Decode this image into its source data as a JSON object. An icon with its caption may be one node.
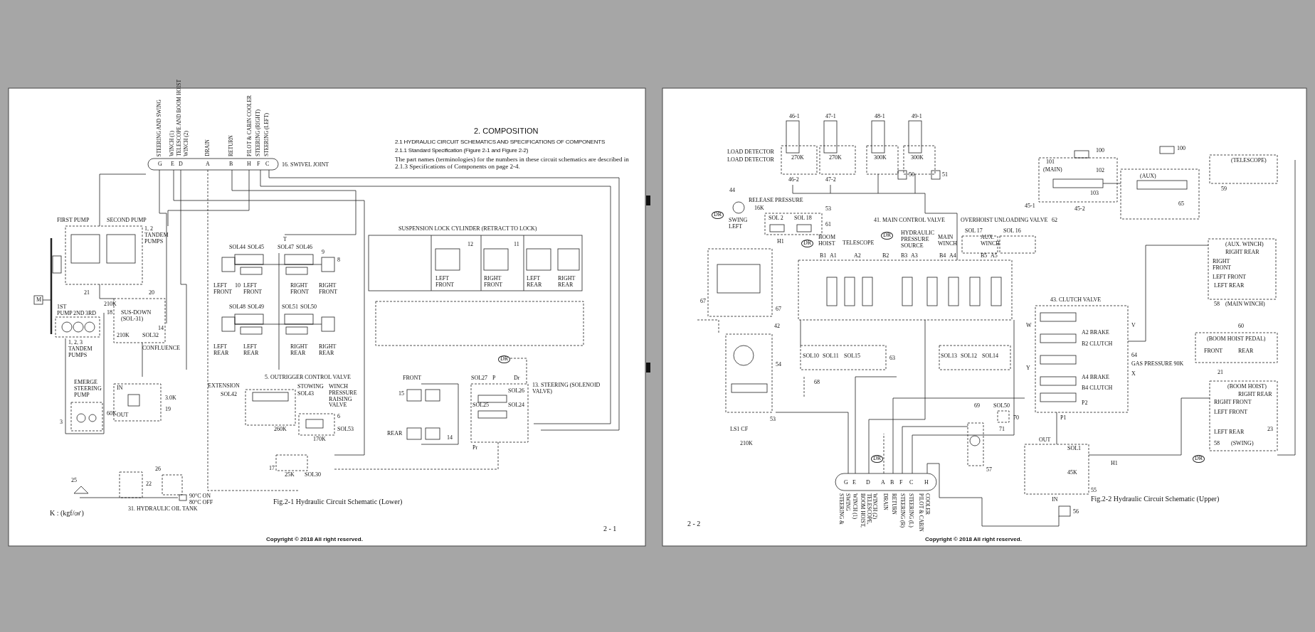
{
  "diagram": {
    "title": "2. COMPOSITION",
    "labels": [
      "2.1 HYDRAULIC CIRCUIT SCHEMATICS AND SPECIFICATIONS OF COMPONENTS",
      "2.1.1 Standard Specification (Figure 2-1 and Figure 2-2)",
      "The part names (terminologies) for the numbers in these circuit schematics are described in 2.1.3 Specifications of Components on page 2-4.",
      "STEERING AND SWING",
      "WINCH (1)",
      "TELESCOPE AND BOOM HOIST",
      "WINCH (2)",
      "DRAIN",
      "RETURN",
      "PILOT & CABIN COOLER",
      "STEERING (RIGHT)",
      "STEERING (LEFT)",
      "G",
      "E",
      "D",
      "A",
      "B",
      "H",
      "F",
      "C",
      "16. SWIVEL JOINT",
      "FIRST PUMP",
      "SECOND PUMP",
      "1, 2 TANDEM PUMPS",
      "M",
      "21",
      "20",
      "210K",
      "18",
      "SUS-DOWN (SOL-31)",
      "14",
      "SOL44",
      "SOL45",
      "T",
      "SOL47",
      "SOL46",
      "9",
      "8",
      "LEFT FRONT",
      "10",
      "LEFT FRONT",
      "RIGHT FRONT",
      "RIGHT FRONT",
      "SOL48",
      "SOL49",
      "SOL51",
      "SOL50",
      "LEFT REAR",
      "LEFT REAR",
      "RIGHT REAR",
      "RIGHT REAR",
      "SUSPENSION LOCK CYLINDER (RETRACT TO LOCK)",
      "12",
      "11",
      "LEFT FRONT",
      "RIGHT FRONT",
      "LEFT REAR",
      "RIGHT REAR",
      "1ST PUMP",
      "2ND",
      "3RD",
      "1, 2, 3 TANDEM PUMPS",
      "210K",
      "CONFLUENCE",
      "SOL32",
      "EMERGE STEERING PUMP",
      "3",
      "60K",
      "IN",
      "OUT",
      "3.0K",
      "19",
      "5. OUTRIGGER CONTROL VALVE",
      "EXTENSION",
      "SOL42",
      "STOWING",
      "SOL43",
      "WINCH PRESSURE RAISING VALVE",
      "6",
      "260K",
      "SOL53",
      "170K",
      "17",
      "25K",
      "SOL30",
      "22",
      "26",
      "25",
      "90°C ON 80°C OFF",
      "31. HYDRAULIC OIL TANK",
      "FRONT",
      "15",
      "REAR",
      "14",
      "SOL27",
      "P",
      "Dr",
      "SOL26",
      "SOL25",
      "SOL24",
      "13. STEERING (SOLENOID VALVE)",
      "DR",
      "Pr",
      "Fig.2-1 Hydraulic Circuit Schematic (Lower)",
      "K : (kgf/㎠)",
      "2 - 1",
      "Copyright © 2018 All right reserved.",
      "46-1",
      "47-1",
      "48-1",
      "49-1",
      "270K",
      "270K",
      "300K",
      "300K",
      "LOAD DETECTOR",
      "LOAD DETECTOR",
      "46-2",
      "47-2",
      "50",
      "51",
      "100",
      "101",
      "(MAIN)",
      "102",
      "103",
      "45-1",
      "45-2",
      "100",
      "(AUX)",
      "65",
      "59",
      "(TELESCOPE)",
      "OVERHOIST UNLOADING VALVE",
      "62",
      "SOL 17",
      "SOL 16",
      "44",
      "RELEASE PRESSURE",
      "16K",
      "DR",
      "SWING LEFT",
      "53",
      "SOL 2",
      "SOL 18",
      "61",
      "H1",
      "DR",
      "41. MAIN CONTROL VALVE",
      "BOOM HOIST",
      "TELESCOPE",
      "DR",
      "HYDRAULIC PRESSURE SOURCE",
      "MAIN WINCH",
      "AUX. WINCH",
      "B1",
      "A1",
      "A2",
      "B2",
      "B3",
      "A3",
      "B4",
      "A4",
      "B5",
      "A5",
      "42",
      "67",
      "67",
      "43. CLUTCH VALVE",
      "W",
      "V",
      "(AUX. WINCH)",
      "RIGHT REAR",
      "RIGHT FRONT",
      "LEFT FRONT",
      "LEFT REAR",
      "58",
      "(MAIN WINCH)",
      "SOL10",
      "SOL11",
      "SOL15",
      "63",
      "SOL13",
      "SOL12",
      "SOL14",
      "68",
      "54",
      "53",
      "LS1 CF",
      "210K",
      "69",
      "SOL50",
      "70",
      "71",
      "57",
      "OUT",
      "SOL1",
      "45K",
      "55",
      "IN",
      "56",
      "H1",
      "A2 BRAKE",
      "B2 CLUTCH",
      "64",
      "GAS PRESSURE 90K",
      "A4 BRAKE",
      "B4 CLUTCH",
      "P2",
      "P1",
      "Y",
      "X",
      "60",
      "(BOOM HOIST PEDAL)",
      "FRONT",
      "REAR",
      "21",
      "(BOOM HOIST)",
      "RIGHT REAR",
      "RIGHT FRONT",
      "LEFT FRONT",
      "LEFT REAR",
      "23",
      "58",
      "(SWING)",
      "DR",
      "G",
      "E",
      "D",
      "A",
      "B",
      "F",
      "C",
      "H",
      "STEERING & SWING",
      "WINCH (1)",
      "BOOM HOIST, TELESCOPE, WINCH (2)",
      "DRAIN",
      "RETURN",
      "STEERING (R)",
      "STEERING (L)",
      "PILOT & CABIN COOLER",
      "DR",
      "Fig.2-2 Hydraulic Circuit Schematic (Upper)",
      "2 - 2",
      "Copyright © 2018 All right reserved."
    ]
  }
}
